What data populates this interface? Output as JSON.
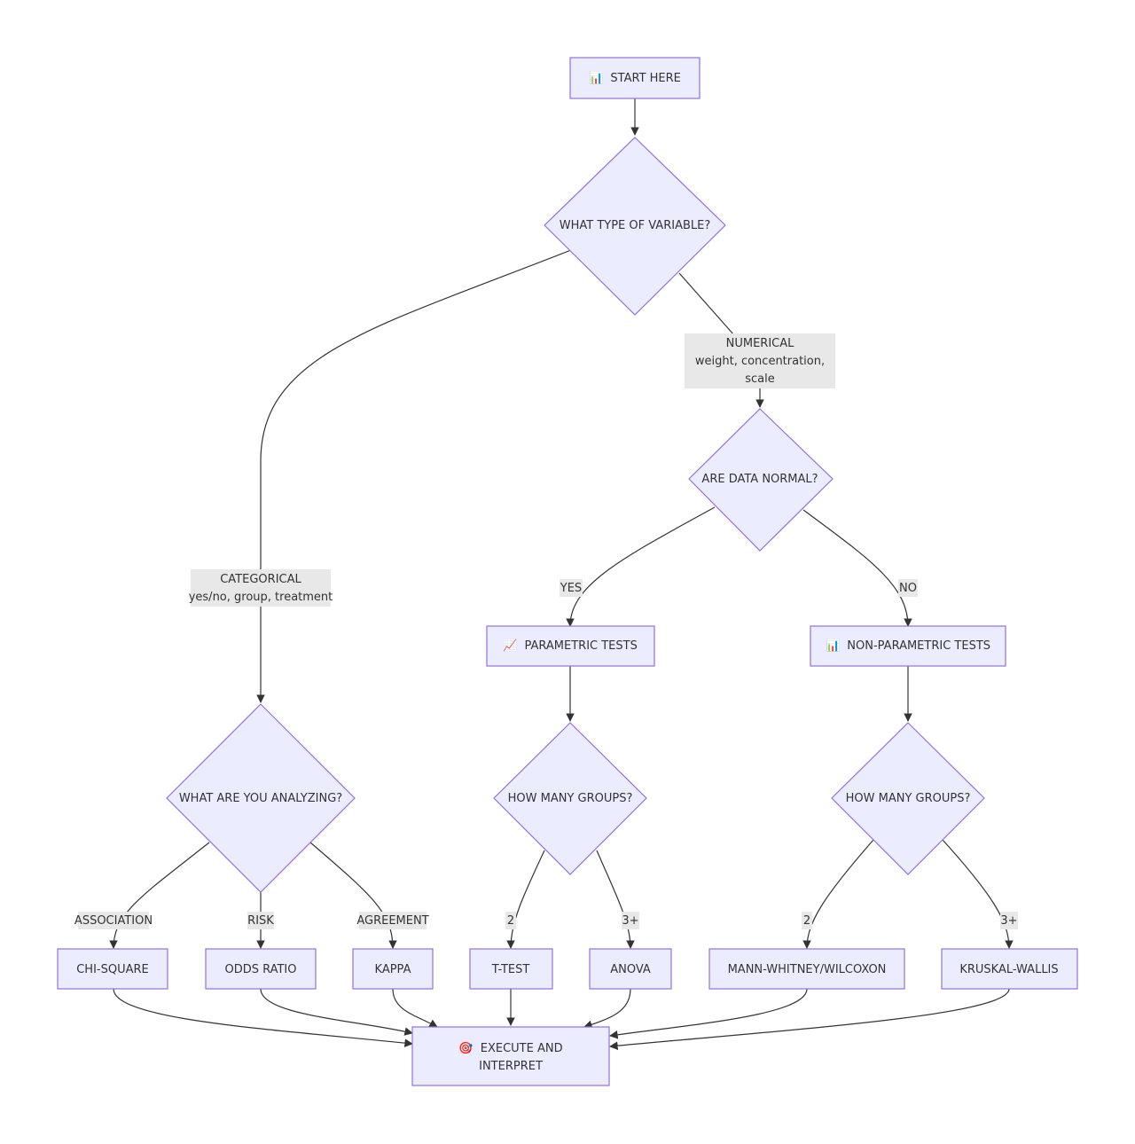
{
  "diagram": {
    "nodes": {
      "start": {
        "icon": "📊",
        "text": "START HERE"
      },
      "variable_type": {
        "text": "WHAT TYPE OF VARIABLE?"
      },
      "data_normal": {
        "text": "ARE DATA NORMAL?"
      },
      "analyzing": {
        "text": "WHAT ARE YOU ANALYZING?"
      },
      "parametric": {
        "icon": "📈",
        "text": "PARAMETRIC TESTS"
      },
      "nonparametric": {
        "icon": "📊",
        "text": "NON-PARAMETRIC TESTS"
      },
      "groups_param": {
        "text": "HOW MANY GROUPS?"
      },
      "groups_nonparam": {
        "text": "HOW MANY GROUPS?"
      },
      "chi_square": {
        "text": "CHI-SQUARE"
      },
      "odds_ratio": {
        "text": "ODDS RATIO"
      },
      "kappa": {
        "text": "KAPPA"
      },
      "t_test": {
        "text": "T-TEST"
      },
      "anova": {
        "text": "ANOVA"
      },
      "mann_whitney": {
        "text": "MANN-WHITNEY/WILCOXON"
      },
      "kruskal_wallis": {
        "text": "KRUSKAL-WALLIS"
      },
      "execute": {
        "icon": "🎯",
        "line1": "EXECUTE AND",
        "line2": "INTERPRET"
      }
    },
    "edge_labels": {
      "numerical": {
        "line1": "NUMERICAL",
        "line2": "weight, concentration,",
        "line3": "scale"
      },
      "categorical": {
        "line1": "CATEGORICAL",
        "line2": "yes/no, group, treatment"
      },
      "yes": "YES",
      "no": "NO",
      "association": "ASSOCIATION",
      "risk": "RISK",
      "agreement": "AGREEMENT",
      "param_two": "2",
      "param_three_plus": "3+",
      "nonparam_two": "2",
      "nonparam_three_plus": "3+"
    }
  }
}
